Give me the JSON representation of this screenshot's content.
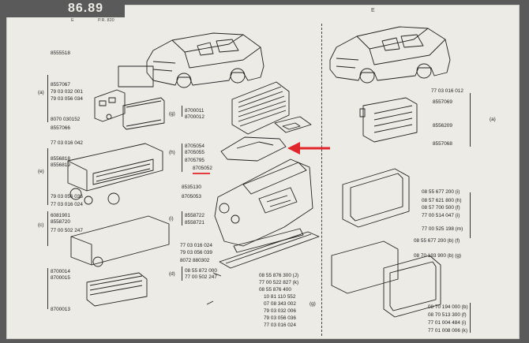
{
  "header": {
    "code": "86.89",
    "left_letter": "E",
    "pr": "P.R. 820",
    "right_mark": "E"
  },
  "labels_left": [
    {
      "id": "l1",
      "text": "8555518"
    },
    {
      "id": "l2",
      "text": "8557067"
    },
    {
      "id": "l3",
      "text": "79 03 032 001"
    },
    {
      "id": "l4",
      "text": "79 03 056 034"
    },
    {
      "id": "l5",
      "text": "8070 030152"
    },
    {
      "id": "l6",
      "text": "8557066"
    },
    {
      "id": "l7",
      "text": "77 03 016 042"
    },
    {
      "id": "l8",
      "text": "8556818"
    },
    {
      "id": "l9",
      "text": "8556819"
    },
    {
      "id": "l10",
      "text": "79 03 056 036"
    },
    {
      "id": "l11",
      "text": "77 03 016 024"
    },
    {
      "id": "l12",
      "text": "6081901"
    },
    {
      "id": "l13",
      "text": "8558720"
    },
    {
      "id": "l14",
      "text": "77 00 502 247"
    },
    {
      "id": "l15",
      "text": "8700014"
    },
    {
      "id": "l16",
      "text": "8700015"
    },
    {
      "id": "l17",
      "text": "8700013"
    }
  ],
  "labels_center": [
    {
      "id": "c1",
      "text": "8700011"
    },
    {
      "id": "c2",
      "text": "8700012"
    },
    {
      "id": "c3",
      "text": "8705054"
    },
    {
      "id": "c4",
      "text": "8705055"
    },
    {
      "id": "c5",
      "text": "8705795"
    },
    {
      "id": "c6",
      "text": "8705052"
    },
    {
      "id": "c7",
      "text": "8535130"
    },
    {
      "id": "c8",
      "text": "8705053"
    },
    {
      "id": "c9",
      "text": "8558722"
    },
    {
      "id": "c10",
      "text": "8558721"
    },
    {
      "id": "c11",
      "text": "77 03 016 024"
    },
    {
      "id": "c12",
      "text": "79 03 056 039"
    },
    {
      "id": "c13",
      "text": "8072 880302"
    },
    {
      "id": "c14",
      "text": "08 55 872 000"
    },
    {
      "id": "c15",
      "text": "77 00 502 247"
    },
    {
      "id": "c16",
      "text": "08 55 876 300 (J)"
    },
    {
      "id": "c17",
      "text": "77 00 522 827 (k)"
    },
    {
      "id": "c18",
      "text": "08 55 876 400"
    },
    {
      "id": "c19",
      "text": "10 81 110 552"
    },
    {
      "id": "c20",
      "text": "07 08 343 002"
    },
    {
      "id": "c21",
      "text": "79 03 032 006"
    },
    {
      "id": "c22",
      "text": "79 03 056 036"
    },
    {
      "id": "c23",
      "text": "77 03 016 024"
    }
  ],
  "labels_right": [
    {
      "id": "r1",
      "text": "77 03 016 012"
    },
    {
      "id": "r2",
      "text": "8557069"
    },
    {
      "id": "r3",
      "text": "8556209"
    },
    {
      "id": "r4",
      "text": "8557068"
    },
    {
      "id": "r5",
      "text": "08 55 677 200 (i)"
    },
    {
      "id": "r6",
      "text": "08 57 621 800 (h)"
    },
    {
      "id": "r7",
      "text": "08 57 700 500 (f)"
    },
    {
      "id": "r8",
      "text": "77 00 514 047 (i)"
    },
    {
      "id": "r9",
      "text": "77 00 525 198 (m)"
    },
    {
      "id": "r10",
      "text": "08 55 677 200 (b) (f)"
    },
    {
      "id": "r11",
      "text": "08 70 193 900 (b) (g)"
    },
    {
      "id": "r12",
      "text": "08 70 194 000 (b)"
    },
    {
      "id": "r13",
      "text": "08 70 513 300 (f)"
    },
    {
      "id": "r14",
      "text": "77 01 004 484 (i)"
    },
    {
      "id": "r15",
      "text": "77 01 008 006 (k)"
    }
  ],
  "callout_letters": [
    {
      "id": "k1",
      "text": "(a)"
    },
    {
      "id": "k2",
      "text": "(e)"
    },
    {
      "id": "k3",
      "text": "(c)"
    },
    {
      "id": "k4",
      "text": "(g)"
    },
    {
      "id": "k5",
      "text": "(h)"
    },
    {
      "id": "k6",
      "text": "(i)"
    },
    {
      "id": "k7",
      "text": "(d)"
    },
    {
      "id": "k8",
      "text": "(g)"
    },
    {
      "id": "k9",
      "text": "(a)"
    }
  ],
  "annotation": {
    "arrow_color": "#e0262a",
    "underline_color": "#e0262a",
    "highlighted_part": "8705052"
  },
  "colors": {
    "paper": "#ecebe6",
    "ink": "#222222",
    "frame": "#5a5a5a"
  }
}
